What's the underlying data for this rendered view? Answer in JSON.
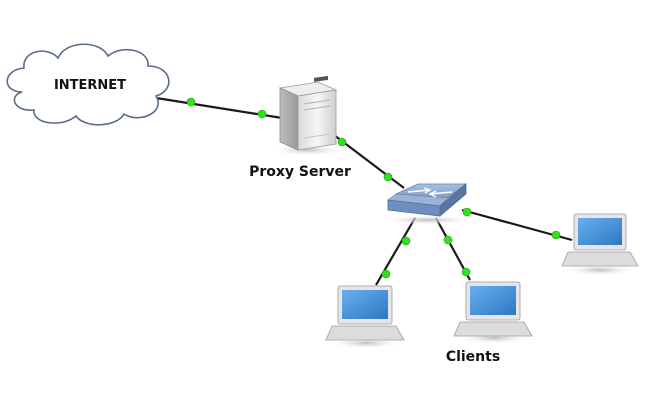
{
  "labels": {
    "internet": "INTERNET",
    "proxy": "Proxy Server",
    "clients": "Clients"
  },
  "colors": {
    "link": "#1a1a1a",
    "connector": "#33e01f",
    "cloud_stroke": "#5a6b8a",
    "cloud_fill": "#ffffff",
    "screen": "#3d8bd4",
    "device_body": "#e6e6e6"
  },
  "icons": {
    "cloud": "cloud-icon",
    "server": "server-tower-icon",
    "switch": "network-switch-icon",
    "laptop": "laptop-icon"
  }
}
